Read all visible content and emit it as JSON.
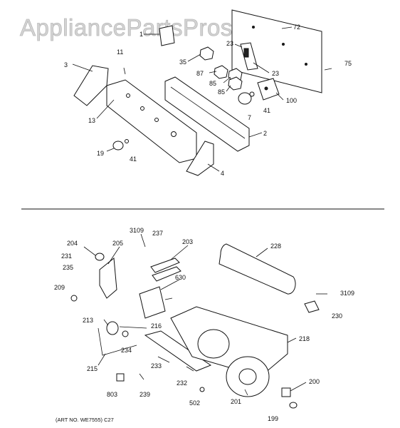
{
  "watermark": "AppliancePartsPros.com",
  "art_note": "(ART NO. WE7555) C27",
  "labels": {
    "p1": "1",
    "p72": "72",
    "p23a": "23",
    "p23b": "23",
    "p75": "75",
    "p3": "3",
    "p11": "11",
    "p35": "35",
    "p87": "87",
    "p85a": "85",
    "p85b": "85",
    "p100": "100",
    "p41a": "41",
    "p7": "7",
    "p13": "13",
    "p2": "2",
    "p19": "19",
    "p41b": "41",
    "p4": "4",
    "p3109a": "3109",
    "p237": "237",
    "p203": "203",
    "p228": "228",
    "p204": "204",
    "p205": "205",
    "p231": "231",
    "p235": "235",
    "p630": "630",
    "p209": "209",
    "p3109b": "3109",
    "p230": "230",
    "p213": "213",
    "p216": "216",
    "p234": "234",
    "p218": "218",
    "p215": "215",
    "p233": "233",
    "p232": "232",
    "p200": "200",
    "p803": "803",
    "p239": "239",
    "p502": "502",
    "p201": "201",
    "p199": "199"
  }
}
